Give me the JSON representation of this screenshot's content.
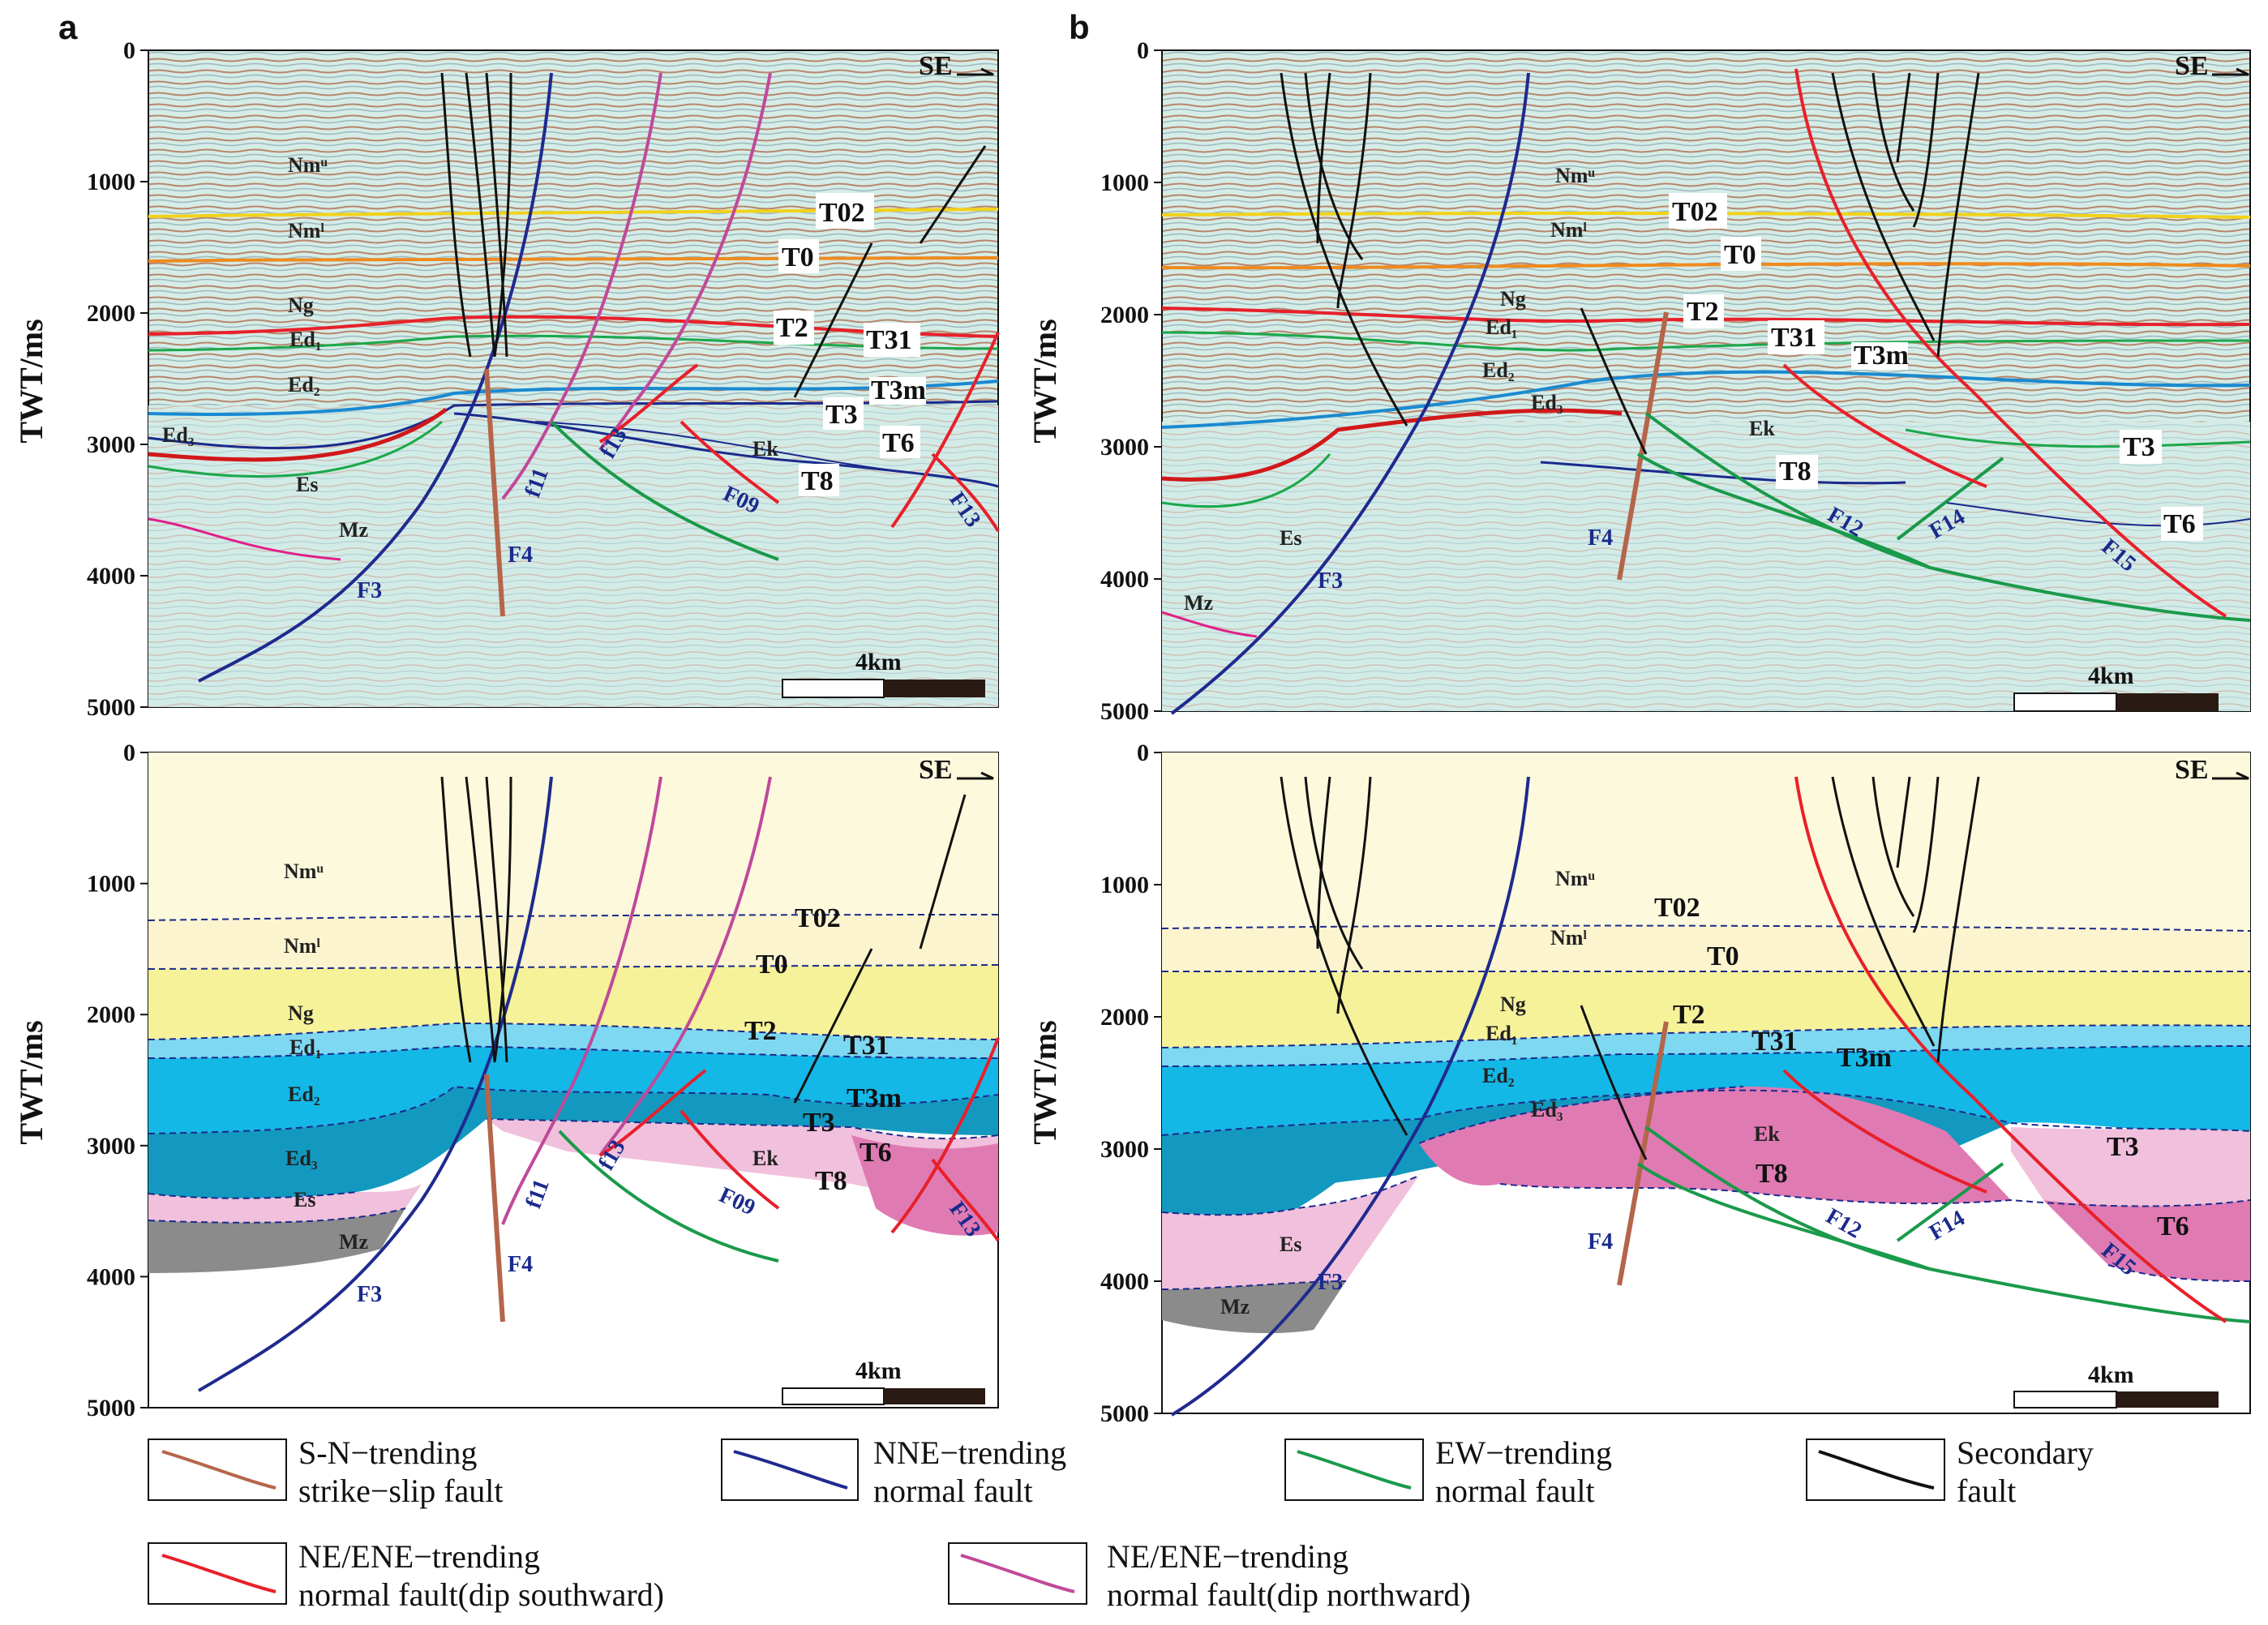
{
  "panels": {
    "a": "a",
    "b": "b"
  },
  "axes": {
    "ylabel": "TWT/ms",
    "ticks": [
      "0",
      "1000",
      "2000",
      "3000",
      "4000",
      "5000"
    ]
  },
  "direction": "SE",
  "scale": "4km",
  "units": {
    "top_a": [
      "Nmᵘ",
      "Nmˡ",
      "Ng",
      "Ed₁",
      "Ed₂",
      "Ed₃",
      "Es",
      "Mz"
    ],
    "top_b": [
      "Nmᵘ",
      "Nmˡ",
      "Ng",
      "Ed₁",
      "Ed₂",
      "Ed₃",
      "Ek",
      "Es",
      "Mz"
    ],
    "bottom_a": [
      "Nmᵘ",
      "Nmˡ",
      "Ng",
      "Ed₁",
      "Ed₂",
      "Ed₃",
      "Es",
      "Mz",
      "Ek"
    ],
    "bottom_b": [
      "Nmᵘ",
      "Nmˡ",
      "Ng",
      "Ed₁",
      "Ed₂",
      "Ed₃",
      "Ek",
      "Es",
      "Mz"
    ],
    "top_a_ek": "Ek"
  },
  "horizons": {
    "T02": "T02",
    "T0": "T0",
    "T2": "T2",
    "T31": "T31",
    "T3m": "T3m",
    "T3": "T3",
    "T6": "T6",
    "T8": "T8"
  },
  "faults": {
    "a": [
      "F3",
      "F4",
      "f11",
      "f13",
      "F09",
      "F13"
    ],
    "b": [
      "F3",
      "F4",
      "F12",
      "F14",
      "F15"
    ]
  },
  "legend": [
    {
      "line1": "S-N−trending",
      "line2": "strike−slip fault",
      "color": "#b5654a"
    },
    {
      "line1": "NNE−trending",
      "line2": "normal fault",
      "color": "#1f2a8f"
    },
    {
      "line1": "EW−trending",
      "line2": "normal  fault",
      "color": "#1a9a4a"
    },
    {
      "line1": "Secondary",
      "line2": "fault",
      "color": "#111111"
    },
    {
      "line1": "NE/ENE−trending",
      "line2": "normal  fault(dip southward)",
      "color": "#e8202a"
    },
    {
      "line1": "NE/ENE−trending",
      "line2": "normal  fault(dip northward)",
      "color": "#c0499a"
    }
  ],
  "colors": {
    "Nmu": "#fdf9dc",
    "Nml": "#fbf4cf",
    "Ng": "#f6f29a",
    "Ed1": "#7ed8f2",
    "Ed2": "#14b8e6",
    "Ed3": "#1399bf",
    "Ek": "#e07ab3",
    "Es": "#f1c0dc",
    "Mz": "#8b8b8b",
    "seismic_bg": "#cfe9e4"
  }
}
